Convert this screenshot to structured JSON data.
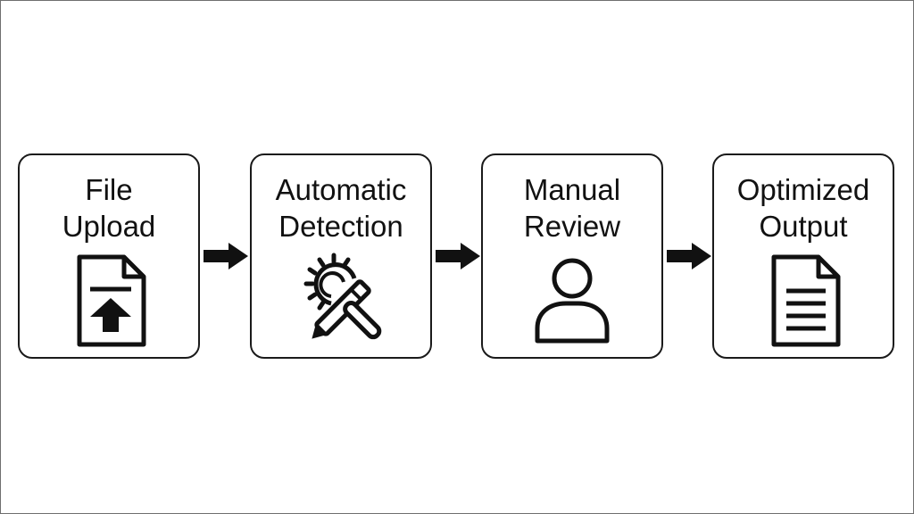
{
  "diagram": {
    "steps": [
      {
        "label": "File\nUpload",
        "icon": "file-upload-icon"
      },
      {
        "label": "Automatic\nDetection",
        "icon": "gear-pencil-icon"
      },
      {
        "label": "Manual\nReview",
        "icon": "user-icon"
      },
      {
        "label": "Optimized\nOutput",
        "icon": "document-icon"
      }
    ],
    "connectors": [
      "arrow-right",
      "arrow-right",
      "arrow-right"
    ],
    "colors": {
      "stroke": "#1a1a1a",
      "background": "#ffffff"
    }
  }
}
